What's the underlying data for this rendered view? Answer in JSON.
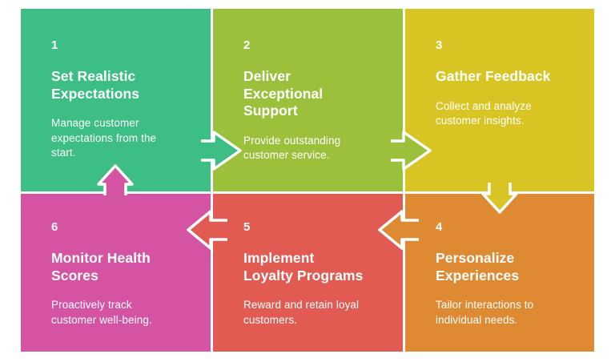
{
  "page": {
    "background": "#ffffff",
    "text_color": "#ffffff"
  },
  "blocks": [
    {
      "number": "1",
      "heading": "Set Realistic\nExpectations",
      "body": "Manage customer\nexpectations from the\nstart.",
      "color": "#3DBE84"
    },
    {
      "number": "2",
      "heading": "Deliver\nExceptional\nSupport",
      "body": "Provide outstanding\ncustomer service.",
      "color": "#9BC13C"
    },
    {
      "number": "3",
      "heading": "Gather Feedback",
      "body": "Collect and analyze\ncustomer insights.",
      "color": "#D8C524"
    },
    {
      "number": "4",
      "heading": "Personalize\nExperiences",
      "body": "Tailor interactions to\nindividual needs.",
      "color": "#DD8A33"
    },
    {
      "number": "5",
      "heading": "Implement\nLoyalty Programs",
      "body": "Reward and retain loyal\ncustomers.",
      "color": "#E15B52"
    },
    {
      "number": "6",
      "heading": "Monitor Health\nScores",
      "body": "Proactively track\ncustomer well-being.",
      "color": "#D553A3"
    }
  ],
  "arrows": [
    {
      "from": "1",
      "to": "2",
      "direction": "right",
      "color": "#3DBE84"
    },
    {
      "from": "2",
      "to": "3",
      "direction": "right",
      "color": "#9BC13C"
    },
    {
      "from": "3",
      "to": "4",
      "direction": "down",
      "color": "#D8C524"
    },
    {
      "from": "4",
      "to": "5",
      "direction": "left",
      "color": "#DD8A33"
    },
    {
      "from": "5",
      "to": "6",
      "direction": "left",
      "color": "#E15B52"
    },
    {
      "from": "6",
      "to": "1",
      "direction": "up",
      "color": "#D553A3"
    }
  ]
}
